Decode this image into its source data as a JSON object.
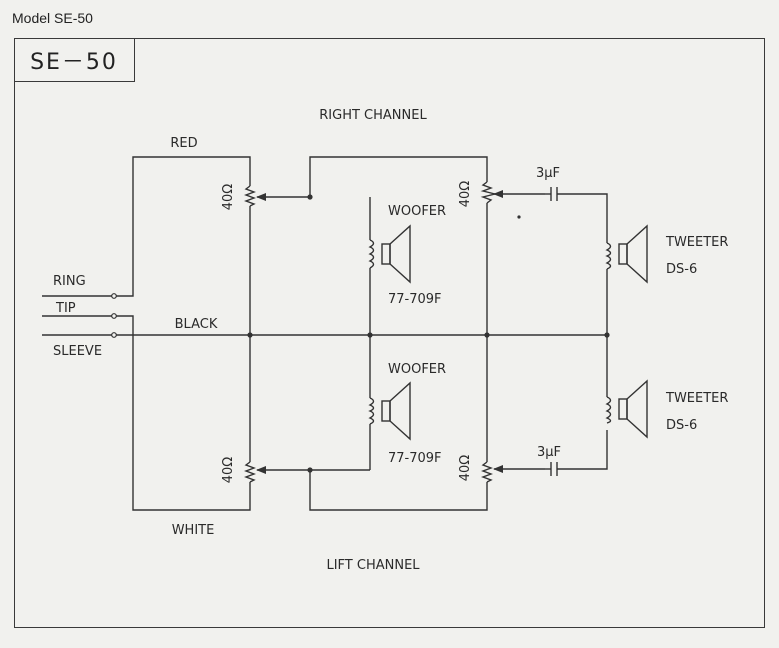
{
  "page_title": "Model SE-50",
  "model_box": "SE－50",
  "channels": {
    "right": "RIGHT CHANNEL",
    "left": "LIFT CHANNEL"
  },
  "wire_colors": {
    "red": "RED",
    "black": "BLACK",
    "white": "WHITE"
  },
  "jack_terminals": {
    "ring": "RING",
    "tip": "TIP",
    "sleeve": "SLEEVE"
  },
  "attenuators": {
    "right_woofer": "40Ω",
    "right_tweeter": "40Ω",
    "left_woofer": "40Ω",
    "left_tweeter": "40Ω"
  },
  "capacitors": {
    "right": "3μF",
    "left": "3μF"
  },
  "woofers": {
    "top": {
      "name": "WOOFER",
      "model": "77-709F"
    },
    "bottom": {
      "name": "WOOFER",
      "model": "77-709F"
    }
  },
  "tweeters": {
    "top": {
      "name": "TWEETER",
      "model": "DS-6"
    },
    "bottom": {
      "name": "TWEETER",
      "model": "DS-6"
    }
  }
}
